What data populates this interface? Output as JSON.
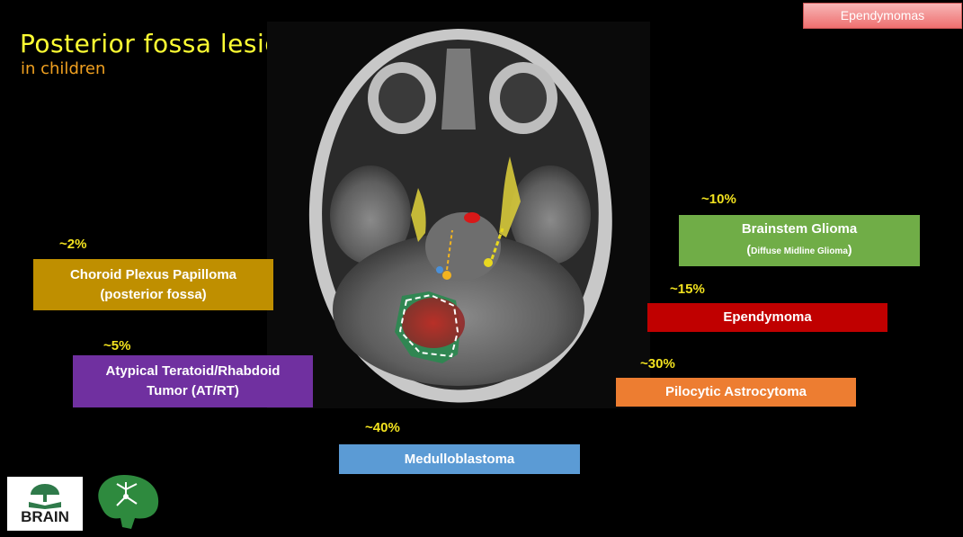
{
  "title": "Posterior fossa lesion",
  "subtitle": "in children",
  "tab_label": "Ependymomas",
  "lesions": [
    {
      "percent": "~2%",
      "line1": "Choroid Plexus Papilloma",
      "line2": "(posterior fossa)",
      "color": "#bf8f00"
    },
    {
      "percent": "~5%",
      "line1": "Atypical Teratoid/Rhabdoid",
      "line2": "Tumor (AT/RT)",
      "color": "#7030a0"
    },
    {
      "percent": "~40%",
      "line1": "Medulloblastoma",
      "color": "#5b9bd5"
    },
    {
      "percent": "~30%",
      "line1": "Pilocytic Astrocytoma",
      "color": "#ed7d31"
    },
    {
      "percent": "~15%",
      "line1": "Ependymoma",
      "color": "#c00000"
    },
    {
      "percent": "~10%",
      "line1": "Brainstem Glioma",
      "line2_pre": "(",
      "line2_small": "Diffuse Midline Glioma",
      "line2_post": ")",
      "color": "#70ad47"
    }
  ],
  "logos": {
    "brain_word": "BRAIN"
  },
  "icons": [
    "mri-axial-image",
    "brain-logo-icon",
    "neuron-brain-logo-icon"
  ]
}
